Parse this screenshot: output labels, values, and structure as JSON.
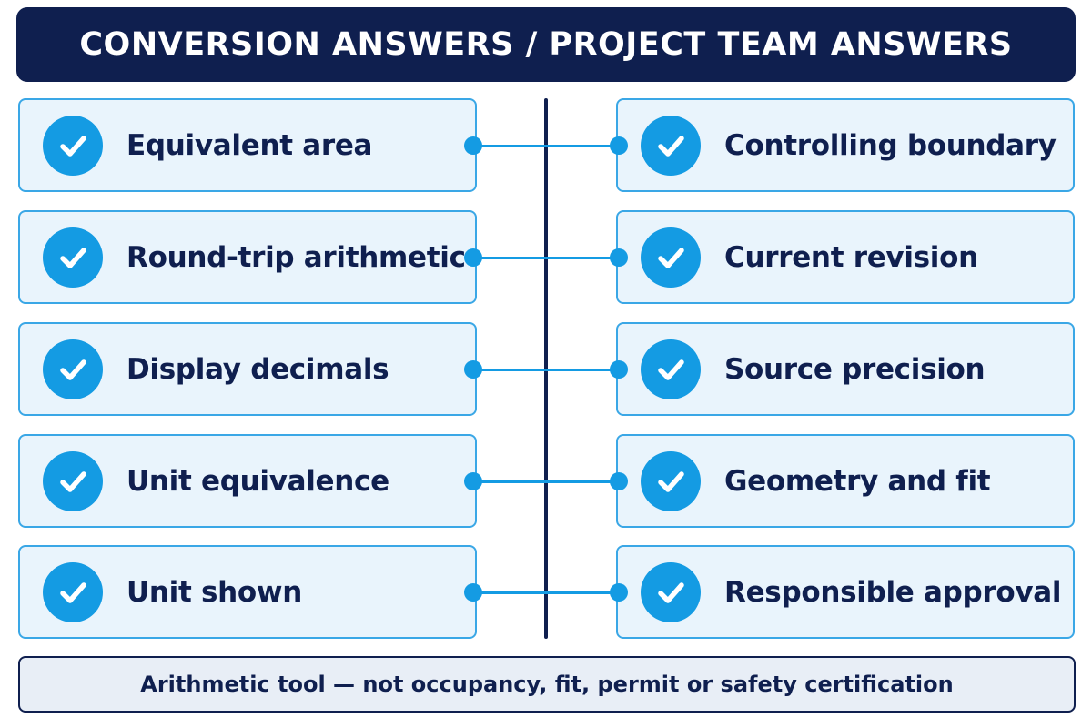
{
  "title": "CONVERSION ANSWERS / PROJECT TEAM ANSWERS",
  "left_items": [
    {
      "label": "Equivalent area",
      "icon": "check-icon"
    },
    {
      "label": "Round-trip arithmetic",
      "icon": "check-icon"
    },
    {
      "label": "Display decimals",
      "icon": "check-icon"
    },
    {
      "label": "Unit equivalence",
      "icon": "check-icon"
    },
    {
      "label": "Unit shown",
      "icon": "check-icon"
    }
  ],
  "right_items": [
    {
      "label": "Controlling boundary",
      "icon": "check-icon"
    },
    {
      "label": "Current revision",
      "icon": "check-icon"
    },
    {
      "label": "Source precision",
      "icon": "check-icon"
    },
    {
      "label": "Geometry and fit",
      "icon": "check-icon"
    },
    {
      "label": "Responsible approval",
      "icon": "check-icon"
    }
  ],
  "footer": "Arithmetic tool — not occupancy, fit, permit or safety certification",
  "colors": {
    "navy": "#0f1f4f",
    "accent_blue": "#149be3",
    "card_border": "#3aa7e6",
    "card_fill": "#e9f4fc",
    "footer_fill": "#e8eef6"
  }
}
